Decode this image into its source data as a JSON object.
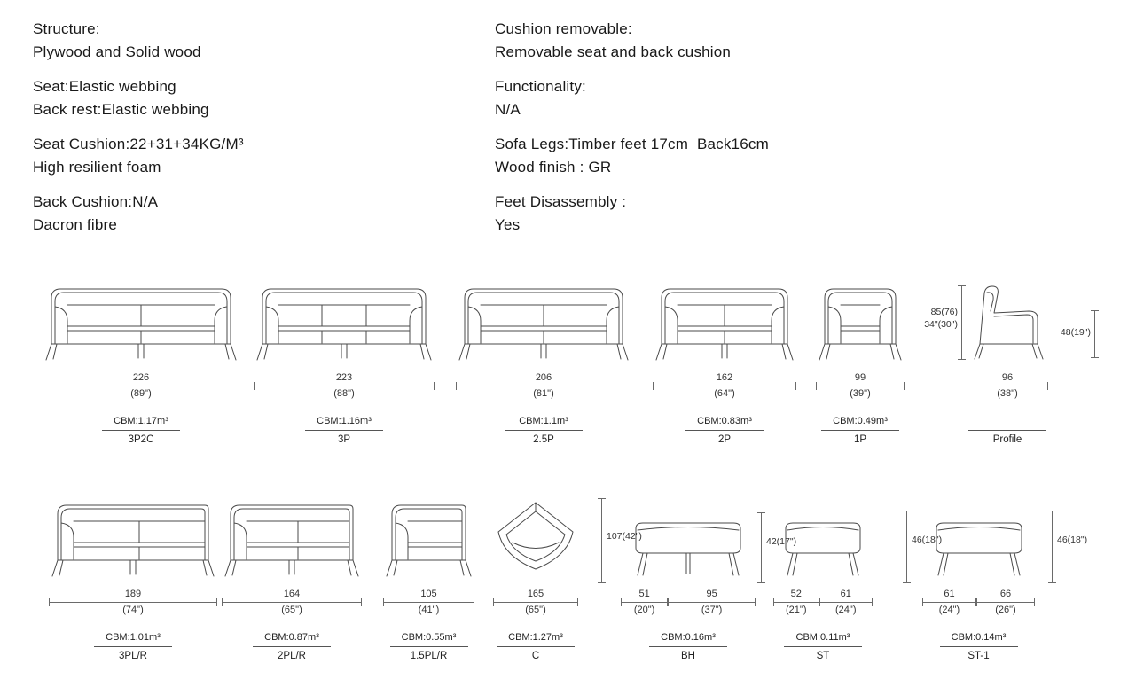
{
  "specs": {
    "left": [
      [
        "Structure:",
        "Plywood and Solid wood"
      ],
      [
        "Seat:Elastic webbing",
        "Back rest:Elastic webbing"
      ],
      [
        "Seat Cushion:22+31+34KG/M³",
        "High resilient foam"
      ],
      [
        "Back Cushion:N/A",
        "Dacron fibre"
      ]
    ],
    "right": [
      [
        "Cushion removable:",
        "Removable seat and back cushion"
      ],
      [
        "Functionality:",
        "N/A"
      ],
      [
        "Sofa Legs:Timber feet 17cm  Back16cm",
        "Wood finish : GR"
      ],
      [
        "Feet Disassembly :",
        "Yes"
      ]
    ]
  },
  "row1": [
    {
      "size": "226",
      "size_in": "(89\")",
      "cbm": "CBM:1.17m³",
      "label": "3P2C"
    },
    {
      "size": "223",
      "size_in": "(88\")",
      "cbm": "CBM:1.16m³",
      "label": "3P"
    },
    {
      "size": "206",
      "size_in": "(81\")",
      "cbm": "CBM:1.1m³",
      "label": "2.5P"
    },
    {
      "size": "162",
      "size_in": "(64\")",
      "cbm": "CBM:0.83m³",
      "label": "2P"
    },
    {
      "size": "99",
      "size_in": "(39\")",
      "cbm": "CBM:0.49m³",
      "label": "1P"
    },
    {
      "size": "96",
      "size_in": "(38\")",
      "cbm": "",
      "label": "Profile"
    }
  ],
  "profile_dims": {
    "height_cm": "85(76)",
    "height_in": "34\"(30\")",
    "arm_height": "48(19\")"
  },
  "row2": [
    {
      "size": "189",
      "size_in": "(74\")",
      "cbm": "CBM:1.01m³",
      "label": "3PL/R"
    },
    {
      "size": "164",
      "size_in": "(65\")",
      "cbm": "CBM:0.87m³",
      "label": "2PL/R"
    },
    {
      "size": "105",
      "size_in": "(41\")",
      "cbm": "CBM:0.55m³",
      "label": "1.5PL/R"
    },
    {
      "size": "165",
      "size_in": "(65\")",
      "cbm": "CBM:1.27m³",
      "label": "C",
      "height": "107(42\")"
    },
    {
      "size": "51",
      "size_in": "(20\")",
      "size2": "95",
      "size2_in": "(37\")",
      "cbm": "CBM:0.16m³",
      "label": "BH",
      "height": "42(17\")"
    },
    {
      "size": "52",
      "size_in": "(21\")",
      "size2": "61",
      "size2_in": "(24\")",
      "cbm": "CBM:0.11m³",
      "label": "ST",
      "height": "46(18\")"
    },
    {
      "size": "61",
      "size_in": "(24\")",
      "size2": "66",
      "size2_in": "(26\")",
      "cbm": "CBM:0.14m³",
      "label": "ST-1",
      "height": "46(18\")"
    }
  ]
}
